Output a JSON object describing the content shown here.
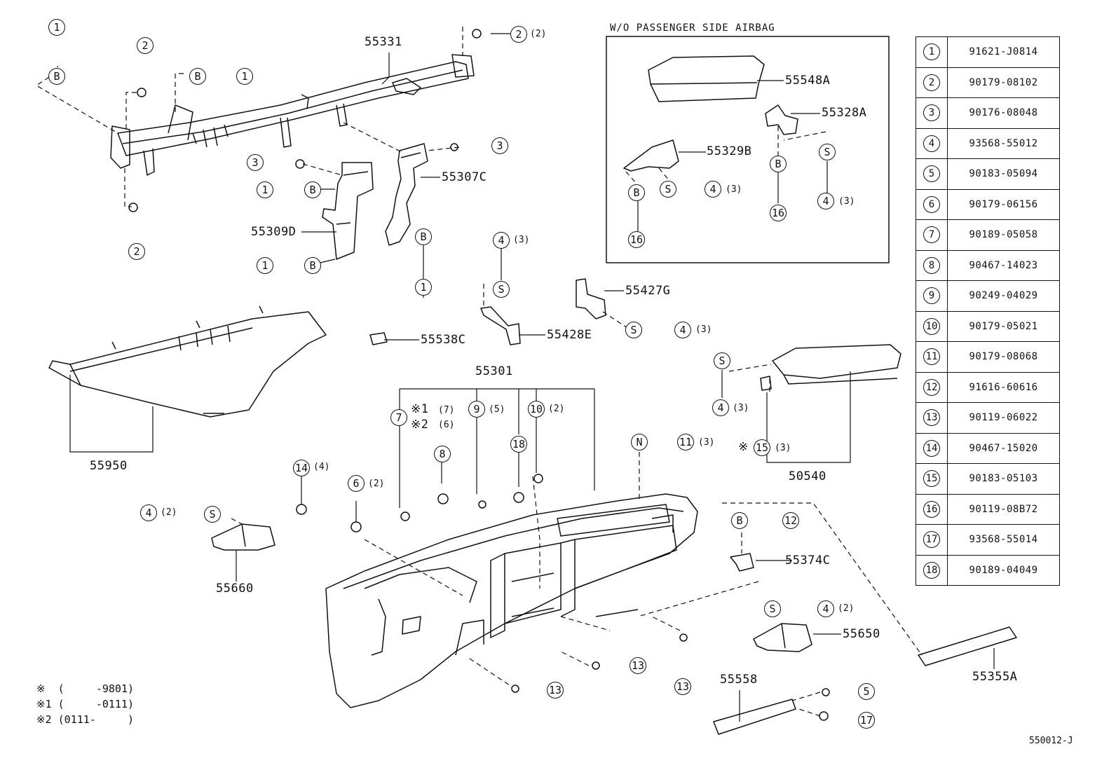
{
  "inset": {
    "header": "W/O PASSENGER SIDE AIRBAG"
  },
  "table": [
    {
      "num": "1",
      "part": "91621-J0814"
    },
    {
      "num": "2",
      "part": "90179-08102"
    },
    {
      "num": "3",
      "part": "90176-08048"
    },
    {
      "num": "4",
      "part": "93568-55012"
    },
    {
      "num": "5",
      "part": "90183-05094"
    },
    {
      "num": "6",
      "part": "90179-06156"
    },
    {
      "num": "7",
      "part": "90189-05058"
    },
    {
      "num": "8",
      "part": "90467-14023"
    },
    {
      "num": "9",
      "part": "90249-04029"
    },
    {
      "num": "10",
      "part": "90179-05021"
    },
    {
      "num": "11",
      "part": "90179-08068"
    },
    {
      "num": "12",
      "part": "91616-60616"
    },
    {
      "num": "13",
      "part": "90119-06022"
    },
    {
      "num": "14",
      "part": "90467-15020"
    },
    {
      "num": "15",
      "part": "90183-05103"
    },
    {
      "num": "16",
      "part": "90119-08B72"
    },
    {
      "num": "17",
      "part": "93568-55014"
    },
    {
      "num": "18",
      "part": "90189-04049"
    }
  ],
  "labels": {
    "p55331": "55331",
    "p55307C": "55307C",
    "p55309D": "55309D",
    "p55950": "55950",
    "p55538C": "55538C",
    "p55428E": "55428E",
    "p55427G": "55427G",
    "p55301": "55301",
    "p55660": "55660",
    "p55548A": "55548A",
    "p55328A": "55328A",
    "p55329B": "55329B",
    "p50540": "50540",
    "p55374C": "55374C",
    "p55650": "55650",
    "p55558": "55558",
    "p55355A": "55355A"
  },
  "callouts": {
    "one": "1",
    "two": "2",
    "three": "3",
    "four": "4",
    "five": "5",
    "six": "6",
    "seven": "7",
    "eight": "8",
    "nine": "9",
    "ten": "10",
    "eleven": "11",
    "twelve": "12",
    "thirteen": "13",
    "fourteen": "14",
    "fifteen": "15",
    "sixteen": "16",
    "seventeen": "17",
    "eighteen": "18",
    "B": "B",
    "S": "S",
    "N": "N"
  },
  "qty": {
    "q2": "(2)",
    "q3": "(3)",
    "q4": "(4)",
    "q5": "(5)",
    "q6": "(6)",
    "q7": "(7)"
  },
  "notes": {
    "star1": "※1",
    "star2": "※2",
    "n0": "※  (     -9801)",
    "n1": "※1 (     -0111)",
    "n2": "※2 (0111-     )"
  },
  "diagram_code": "550012-J"
}
